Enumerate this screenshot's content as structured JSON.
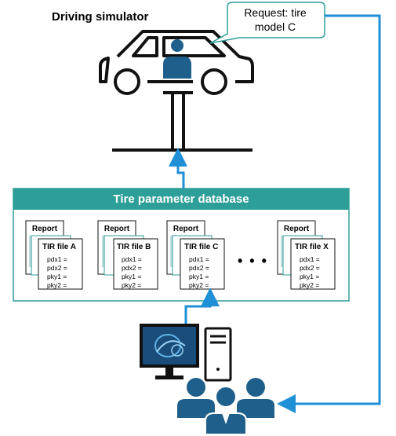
{
  "simulator": {
    "title": "Driving simulator"
  },
  "request": {
    "line1": "Request: tire",
    "line2": "model C"
  },
  "database": {
    "title": "Tire parameter database"
  },
  "files": [
    {
      "report": "Report",
      "tir": "TIR file A",
      "params": [
        "pdx1 =",
        "pdx2 =",
        "pky1 =",
        "pky2 ="
      ]
    },
    {
      "report": "Report",
      "tir": "TIR file B",
      "params": [
        "pdx1 =",
        "pdx2 =",
        "pky1 =",
        "pky2 ="
      ]
    },
    {
      "report": "Report",
      "tir": "TIR file C",
      "params": [
        "pdx1 =",
        "pdx2 =",
        "pky1 =",
        "pky2 ="
      ]
    },
    {
      "report": "Report",
      "tir": "TIR file X",
      "params": [
        "pdx1 =",
        "pdx2 =",
        "pky1 =",
        "pky2 ="
      ]
    }
  ],
  "ellipsis": "• • •",
  "colors": {
    "accent": "#2e9e98",
    "arrow": "#1f8fd6",
    "person": "#1f5f8b",
    "outline": "#111111"
  },
  "icons": [
    "car-icon",
    "driver-icon",
    "computer-icon",
    "users-icon"
  ]
}
